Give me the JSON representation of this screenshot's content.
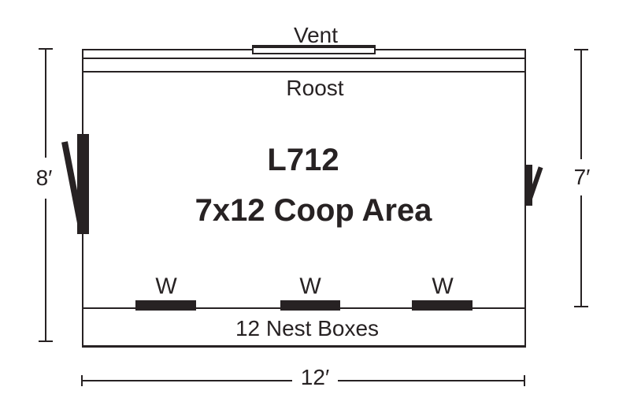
{
  "diagram": {
    "model": "L712",
    "area": "7x12 Coop Area",
    "labels": {
      "vent": "Vent",
      "roost": "Roost",
      "nest_boxes": "12 Nest Boxes"
    },
    "windows": [
      {
        "label": "W"
      },
      {
        "label": "W"
      },
      {
        "label": "W"
      }
    ],
    "dimensions": {
      "left_height": "8′",
      "right_height": "7′",
      "bottom_width": "12′"
    },
    "colors": {
      "ink": "#272223",
      "background": "#ffffff"
    }
  }
}
